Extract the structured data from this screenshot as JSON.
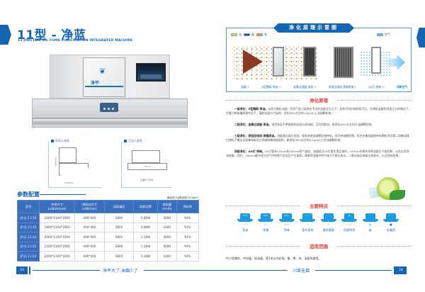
{
  "left_page": {
    "title": "11型 - 净蓝",
    "subtitle": "11 JING LAN OIL FUME PURIFICATION INTEGRATED MACHINE",
    "machine": {
      "brand": "净平",
      "leaf_icon": "leaf-icon"
    },
    "schematics": {
      "side_label": "侧面示意图",
      "front_label": "正面示意图",
      "side_height": "1000mm",
      "side_width": "1100mm",
      "front_caption": "正面尺寸示意",
      "front_width_label": "0.5-3"
    },
    "params": {
      "title": "参数配置",
      "note": "最高进口油烟浓度15mg/m³",
      "headers": [
        "型号",
        "外形尺寸\nLxWxH(mm)",
        "排风口尺寸\nLxW(mm)",
        "风机电压",
        "风机功率",
        "排风量\n(m³/h)",
        "净化率"
      ],
      "rows": [
        [
          "JP-JL 11-16",
          "1600*1100*1000",
          "400*400",
          "380V",
          "0.8KW",
          "3000",
          "93%"
        ],
        [
          "JP-JL 11-18",
          "1800*1100*1000",
          "400*400",
          "380V",
          "0.8KW",
          "3300",
          "93%"
        ],
        [
          "JP-JL 11-20",
          "2000*1100*1000",
          "400*400",
          "380V",
          "1.1KW",
          "3600",
          "93%"
        ],
        [
          "JP-JL 11-22",
          "2200*1100*1000",
          "400*400",
          "380V",
          "1.1KW",
          "4000",
          "93%"
        ],
        [
          "JP-JL 11-24",
          "2400*1100*1000",
          "400*400",
          "380V",
          "1.1KW",
          "4300",
          "93%"
        ]
      ]
    },
    "footer": {
      "page_number": "23",
      "slogan": "净平大了·油烟少了"
    }
  },
  "right_page": {
    "diagram": {
      "title": "净化原理示意图",
      "legend": [
        {
          "label": "油",
          "color": "#e8c840"
        },
        {
          "label": "烟",
          "color": "#3a4a5a"
        },
        {
          "label": "味",
          "color": "#f08a30"
        },
        {
          "label": "空气",
          "color": "#6aaee8"
        }
      ],
      "steps": [
        {
          "label": "油烟",
          "style": "normal"
        },
        {
          "label": "Z型钢网-净油",
          "style": "normal"
        },
        {
          "label": "金属过滤器-净油",
          "style": "normal"
        },
        {
          "label": "高低压电场-净烟净油",
          "style": "normal"
        },
        {
          "label": "UV灯-净味",
          "style": "normal"
        },
        {
          "label": "清新空气",
          "style": "clean"
        }
      ]
    },
    "principle": {
      "title": "净化原理",
      "paragraphs": [
        {
          "head": "一级净化：Z型钢网-净油。",
          "body": "去除大颗粒油烟：利用气态污染物在不同的温度及压力下，具有不同的饱和蒸汽压，在降低温度和改变压力的情况下，在重力和碰撞原理作用下，凝结出部分污染物，净化60%左右的10μm以上油烟颗粒物。"
        },
        {
          "head": "二级净化：金属过滤器-净油。",
          "body": "采用多层不锈钢波纹丝网过滤油烟，且均风散流，能净化65%左右的大油烟颗粒物。"
        },
        {
          "head": "三级净化：高低压电场-净烟净油。",
          "body": "油烟通过高压电场，强电场使油烟颗粒物带电，成为带电颗粒物。铝合金集成器使带电颗粒到达第二段集成器后使粒子撞击至收集电板而立即被收集电极吸附，能净化98%左右的0.1μm以上的油烟颗粒物。"
        },
        {
          "head": "四级净化：UV灯-净味。",
          "body": "UV灯管有254nm和185nm两个波段，油烟经过UV灯管作用区域时，254nm的紫外线将油脂分子链切断，从而达到净油效果。同时，185nm紫外线与空气中的氧气反应后产生臭氧，臭氧将油烟中的气味分子氧化成水、二氧化碳及微量白色粉末，以达除味效果。"
        }
      ]
    },
    "features": {
      "title": "主要特点",
      "items": [
        {
          "label": "净油",
          "badge": "93%",
          "mark": "+++",
          "mark_color": "#d4a820"
        },
        {
          "label": "净烟",
          "badge": "90%",
          "mark": "∫∫∫",
          "mark_color": "#999999"
        },
        {
          "label": "净味",
          "badge": "60%",
          "mark": "•••",
          "mark_color": "#f07030"
        },
        {
          "label": "室外直排",
          "badge": "• • •",
          "mark": "✓",
          "mark_color": "#7cb342"
        },
        {
          "label": "操作便捷",
          "badge": "",
          "mark": "▭",
          "mark_color": "#8899aa"
        },
        {
          "label": "回收利用",
          "badge": "♻",
          "mark": "+++",
          "mark_color": "#d4a820"
        },
        {
          "label": "省",
          "badge": "",
          "mark": "◉",
          "mark_color": "#4a9fd8"
        },
        {
          "label": "低噪音",
          "badge": "",
          "mark": "■",
          "mark_color": "#1565b0"
        }
      ]
    },
    "scope": {
      "title": "适用范围",
      "text": "中小型餐饮，中风量，低油烟，宽1米以内炉具，鲁、粤、苏、浙菜系使用。"
    },
    "footer": {
      "page_number": "24",
      "slogan": "川菜无烟"
    }
  }
}
